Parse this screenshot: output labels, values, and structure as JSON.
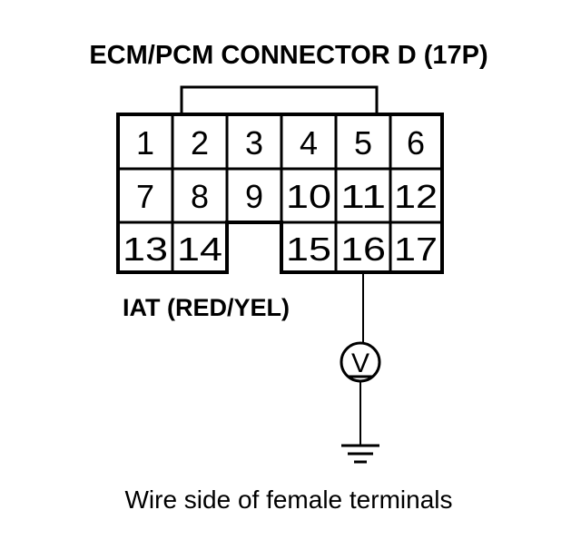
{
  "title": "ECM/PCM CONNECTOR D (17P)",
  "terminals": [
    {
      "label": "1"
    },
    {
      "label": "2"
    },
    {
      "label": "3"
    },
    {
      "label": "4"
    },
    {
      "label": "5"
    },
    {
      "label": "6"
    },
    {
      "label": "7"
    },
    {
      "label": "8"
    },
    {
      "label": "9"
    },
    {
      "label": "10"
    },
    {
      "label": "11"
    },
    {
      "label": "12"
    },
    {
      "label": "13"
    },
    {
      "label": "14"
    },
    {
      "label": "15"
    },
    {
      "label": "16"
    },
    {
      "label": "17"
    }
  ],
  "wire_label": "IAT (RED/YEL)",
  "probe_terminal": "16",
  "meter_symbol": "V",
  "caption": "Wire side of female terminals"
}
